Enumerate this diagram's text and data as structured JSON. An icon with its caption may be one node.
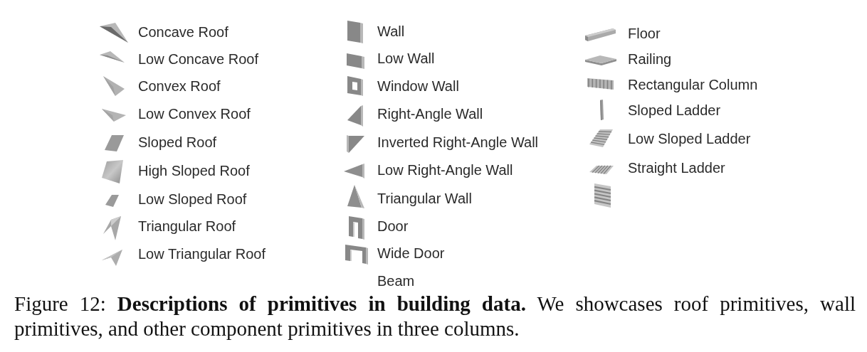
{
  "diagram": {
    "caption": "Figure 12: **Descriptions of primitives in building data.** We showcases roof primitives, wall primitives, and other component primitives in three columns.",
    "legend": [
      {
        "text": "Concave Roof"
      },
      {
        "text": "Low Concave Roof"
      },
      {
        "text": "Convex Roof"
      },
      {
        "text": "Low Convex Roof"
      },
      {
        "text": "Sloped Roof"
      },
      {
        "text": "High Sloped Roof"
      },
      {
        "text": "Low Sloped Roof"
      },
      {
        "text": "Triangular Roof"
      },
      {
        "text": "Low Triangular Roof"
      },
      {
        "text": "Wall"
      },
      {
        "text": "Low Wall"
      },
      {
        "text": "Window Wall"
      },
      {
        "text": "Right-Angle Wall"
      },
      {
        "text": "Inverted Right-Angle Wall"
      },
      {
        "text": "Low Right-Angle Wall"
      },
      {
        "text": "Triangular Wall"
      },
      {
        "text": "Door"
      },
      {
        "text": "Wide Door"
      },
      {
        "text": "Beam"
      },
      {
        "text": "Floor"
      },
      {
        "text": "Railing"
      },
      {
        "text": "Rectangular Column"
      },
      {
        "text": "Sloped Ladder"
      },
      {
        "text": "Low Sloped Ladder"
      },
      {
        "text": "Straight Ladder"
      }
    ]
  }
}
